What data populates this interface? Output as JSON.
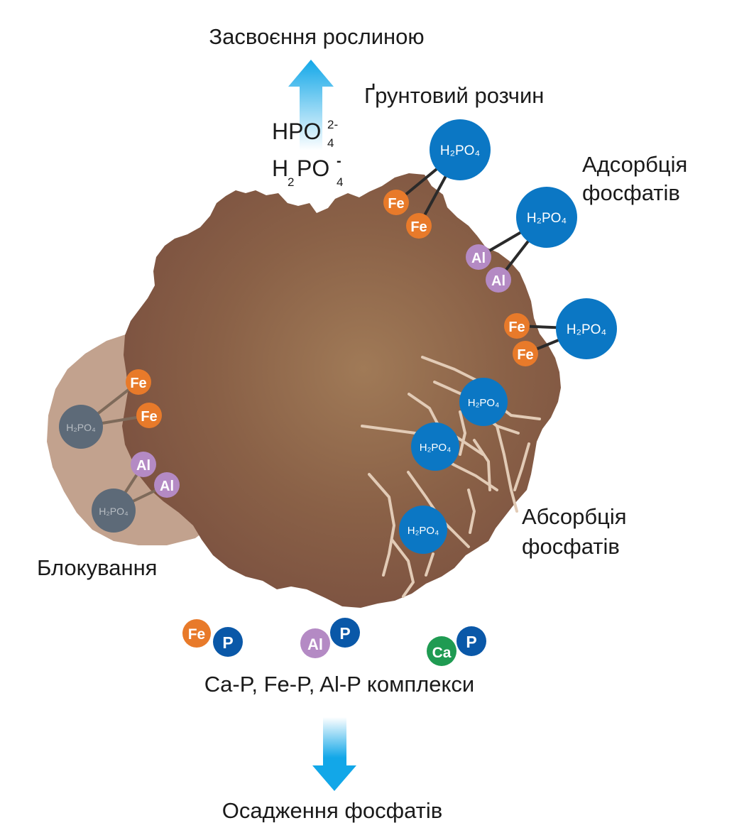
{
  "labels": {
    "plant_uptake": "Засвоєння рослиною",
    "soil_solution": "Ґрунтовий розчин",
    "adsorption_line1": "Адсорбція",
    "adsorption_line2": "фосфатів",
    "absorption_line1": "Абсорбція",
    "absorption_line2": "фосфатів",
    "blocking": "Блокування",
    "complexes": "Ca-P, Fe-P, Al-P комплекси",
    "precipitation": "Осадження фосфатів"
  },
  "solution_ions": {
    "hpo4": {
      "base": "HPO",
      "sub": "4",
      "sup": "2-"
    },
    "h2po4": {
      "h": "H",
      "sub2": "2",
      "po": "PO",
      "sub4": "4",
      "sup": "-"
    }
  },
  "ions": {
    "fe": "Fe",
    "al": "Al",
    "ca": "Ca",
    "p": "P",
    "h2po4": "H₂PO₄"
  },
  "colors": {
    "fe": "#e87a2a",
    "al": "#b48ac4",
    "ca": "#1f9b52",
    "p": "#0a58a8",
    "h2po4": "#0b77c4",
    "h2po4_blocked": "#5d6a78",
    "particle": "#7b5140",
    "particle_light": "#a07a57",
    "halo": "#c2a28e",
    "arrow": "#12a7e8",
    "bond": "#2a2a2a",
    "bond_blocked": "#7e6a5a",
    "crack": "#e2cbb6"
  }
}
